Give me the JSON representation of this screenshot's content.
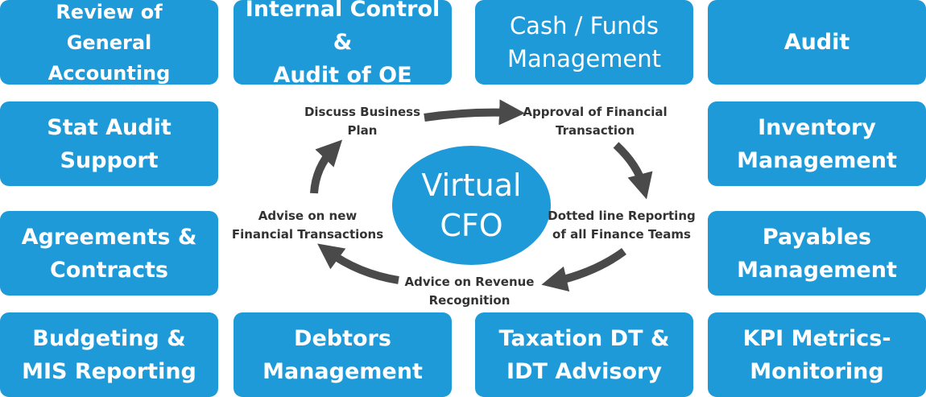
{
  "center": {
    "line1": "Virtual",
    "line2": "CFO"
  },
  "boxes": {
    "review": {
      "line1": "Review of",
      "line2": "General Accounting"
    },
    "internal": {
      "line1": "Internal Control &",
      "line2": "Audit of OE"
    },
    "cash": {
      "line1": "Cash / Funds",
      "line2": "Management"
    },
    "audit": {
      "line1": "Audit"
    },
    "stat": {
      "line1": "Stat Audit",
      "line2": "Support"
    },
    "inventory": {
      "line1": "Inventory",
      "line2": "Management"
    },
    "agreements": {
      "line1": "Agreements &",
      "line2": "Contracts"
    },
    "payables": {
      "line1": "Payables",
      "line2": "Management"
    },
    "budgeting": {
      "line1": "Budgeting &",
      "line2": "MIS Reporting"
    },
    "debtors": {
      "line1": "Debtors",
      "line2": "Management"
    },
    "taxation": {
      "line1": "Taxation DT &",
      "line2": "IDT Advisory"
    },
    "kpi": {
      "line1": "KPI Metrics-",
      "line2": "Monitoring"
    }
  },
  "cycle": {
    "discuss": {
      "line1": "Discuss Business",
      "line2": "Plan"
    },
    "approval": {
      "line1": "Approval of Financial",
      "line2": "Transaction"
    },
    "dotted": {
      "line1": "Dotted line Reporting",
      "line2": "of all Finance Teams"
    },
    "revenue": {
      "line1": "Advice on Revenue",
      "line2": "Recognition"
    },
    "advise": {
      "line1": "Advise on new",
      "line2": "Financial Transactions"
    }
  },
  "colors": {
    "box": "#1e9ad8",
    "arrow": "#4a4a4a",
    "label": "#333333"
  }
}
